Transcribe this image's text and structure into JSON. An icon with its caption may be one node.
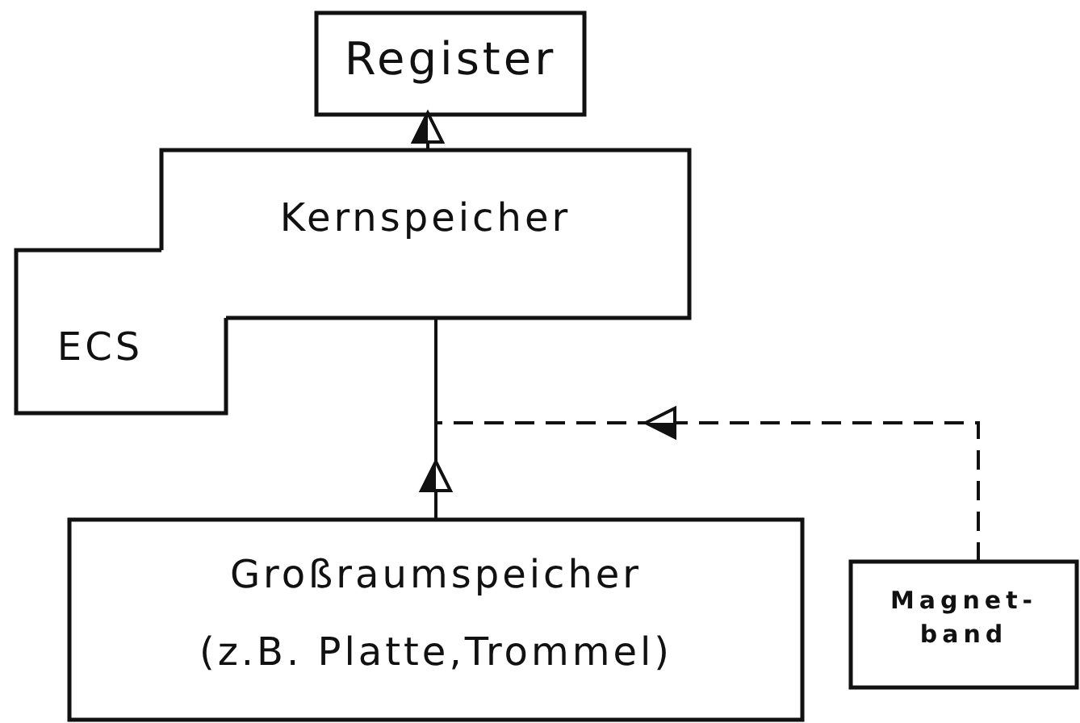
{
  "diagram": {
    "nodes": [
      {
        "text": [
          "Register"
        ]
      },
      {
        "text": [
          "Kernspeicher"
        ]
      },
      {
        "text": [
          "ECS"
        ]
      },
      {
        "text": [
          "Großraumspeicher",
          "(z.B. Platte,Trommel)"
        ]
      },
      {
        "text": [
          "Magnet- band"
        ]
      }
    ],
    "edges": [
      {
        "from": 1,
        "to": 0,
        "arrow": "to"
      },
      {
        "from": 3,
        "to": 1,
        "arrow": "to"
      },
      {
        "from": 4,
        "to": 1,
        "arrow": "to",
        "style": "dashed"
      }
    ]
  }
}
